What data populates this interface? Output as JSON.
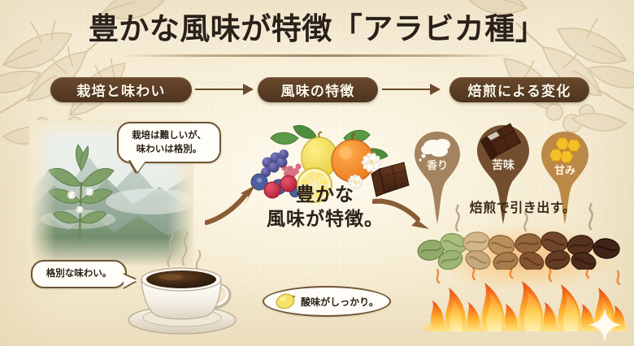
{
  "page": {
    "title": "豊かな風味が特徴「アラビカ種」",
    "background_color": "#f4eacf",
    "accent_color": "#5a3d24"
  },
  "steps": [
    {
      "label": "栽培と味わい"
    },
    {
      "label": "風味の特徴"
    },
    {
      "label": "焙煎による変化"
    }
  ],
  "left_panel": {
    "illustration": "coffee-plant-mountain-illustration",
    "bubble_top": "栽培は難しいが、\n味わいは格別。",
    "bubble_top_line1": "栽培は難しいが、",
    "bubble_top_line2": "味わいは格別。",
    "bubble_bottom": "格別な味わい。",
    "cup_illustration": "coffee-cup-illustration"
  },
  "middle_panel": {
    "illustration": "fruits-flowers-chocolate-illustration",
    "headline_line1": "豊かな",
    "headline_line2": "風味が特徴。",
    "bubble_icon": "lemon-icon",
    "bubble_text": "酸味がしっかり。"
  },
  "right_panel": {
    "balloons": [
      {
        "label": "香り",
        "icon": "cloud-icon",
        "color": "#9c7a55",
        "text_color": "#f7efe0"
      },
      {
        "label": "苦味",
        "icon": "chocolate-bar-icon",
        "color": "#6b4526",
        "text_color": "#f7efe0"
      },
      {
        "label": "甘み",
        "icon": "honeycomb-icon",
        "color": "#b5813c",
        "text_color": "#fff6e0"
      }
    ],
    "caption": "焙煎で引き出す。",
    "beans_illustration": "roast-gradient-coffee-beans",
    "flames_illustration": "flames-illustration",
    "sparkle": "sparkle-icon"
  }
}
